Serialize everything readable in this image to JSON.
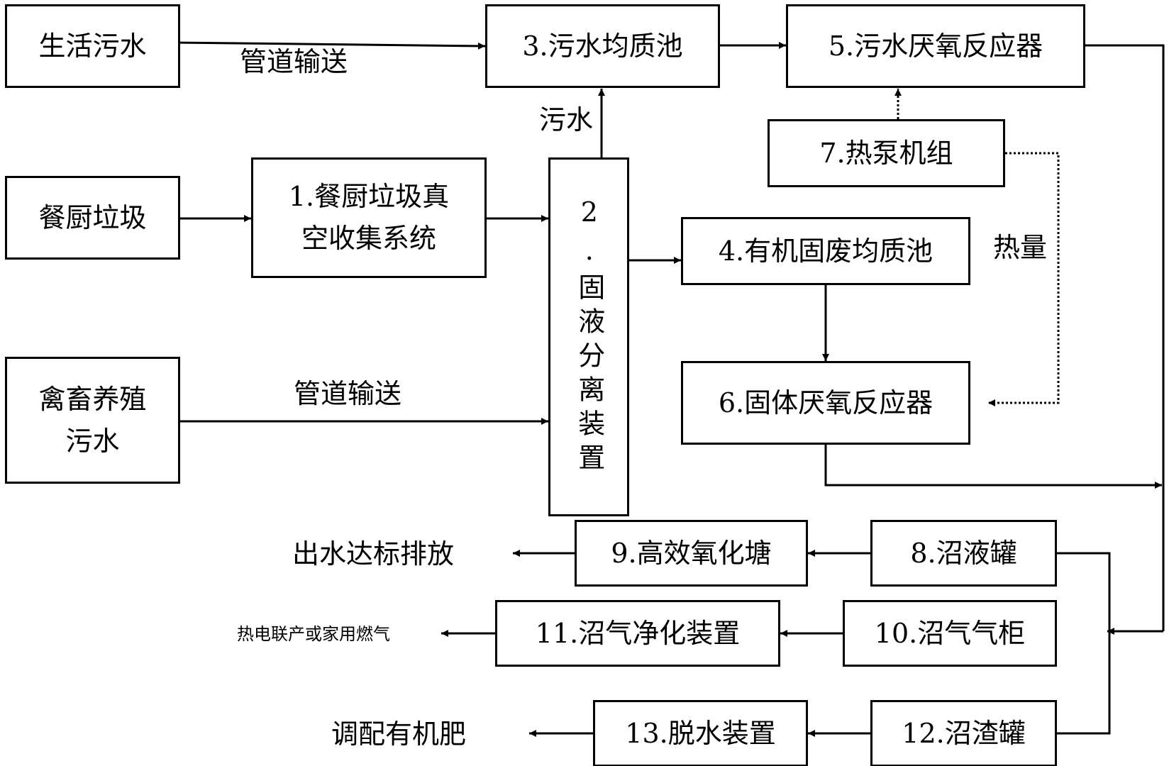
{
  "sources": {
    "domestic_sewage": "生活污水",
    "kitchen_waste": "餐厨垃圾",
    "livestock_sewage": "禽畜养殖\n污水"
  },
  "units": {
    "u1": "1.餐厨垃圾真\n空收集系统",
    "u2": "2.固液分离装置",
    "u3": "3.污水均质池",
    "u4": "4.有机固废均质池",
    "u5": "5.污水厌氧反应器",
    "u6": "6.固体厌氧反应器",
    "u7": "7.热泵机组",
    "u8": "8.沼液罐",
    "u9": "9.高效氧化塘",
    "u10": "10.沼气气柜",
    "u11": "11.沼气净化装置",
    "u12": "12.沼渣罐",
    "u13": "13.脱水装置"
  },
  "labels": {
    "pipe_top": "管道输送",
    "pipe_bottom": "管道输送",
    "sewage": "污水",
    "heat": "热量"
  },
  "outputs": {
    "effluent": "出水达标排放",
    "gas_use": "热电联产或家用燃气",
    "fertilizer": "调配有机肥"
  }
}
